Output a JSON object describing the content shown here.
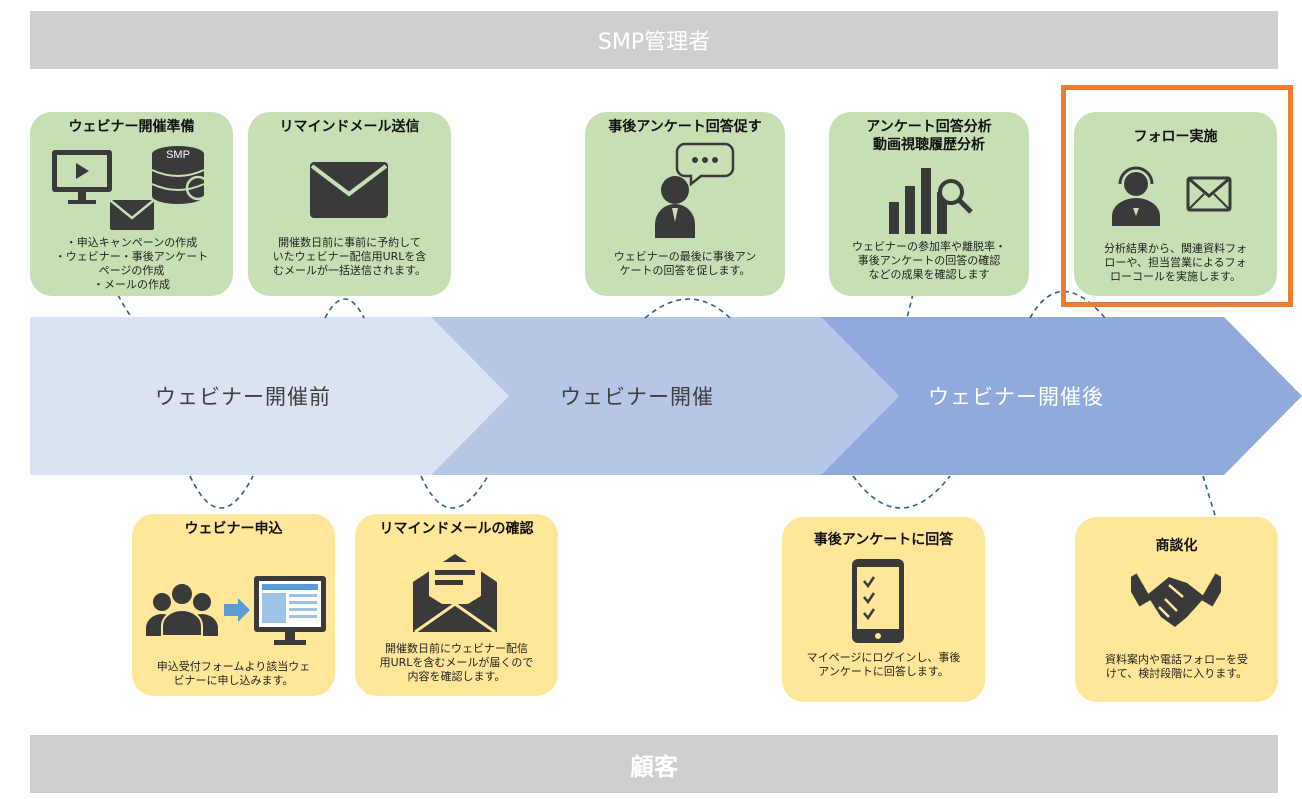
{
  "header": {
    "admin_label": "SMP管理者",
    "customer_label": "顧客"
  },
  "phases": [
    {
      "label": "ウェビナー開催前",
      "color": "#dae3f3"
    },
    {
      "label": "ウェビナー開催",
      "color": "#b4c7e7"
    },
    {
      "label": "ウェビナー開催後",
      "color": "#8faadc"
    }
  ],
  "admin_steps": [
    {
      "title": "ウェビナー開催準備",
      "desc": "・申込キャンペーンの作成\n・ウェビナー・事後アンケート\nページの作成\n・メールの作成",
      "icon": "monitor-db-mail-icon",
      "icon_badge": "SMP"
    },
    {
      "title": "リマインドメール送信",
      "desc": "開催数日前に事前に予約して\nいたウェビナー配信用URLを含\nむメールが一括送信されます。",
      "icon": "envelope-icon"
    },
    {
      "title": "事後アンケート回答促す",
      "desc": "ウェビナーの最後に事後アン\nケートの回答を促します。",
      "icon": "speaker-person-icon"
    },
    {
      "title": "アンケート回答分析\n動画視聴履歴分析",
      "desc": "ウェビナーの参加率や離脱率・\n事後アンケートの回答の確認\nなどの成果を確認します",
      "icon": "bar-chart-magnifier-icon"
    },
    {
      "title": "フォロー実施",
      "desc": "分析結果から、関連資料フォ\nローや、担当営業によるフォ\nローコールを実施します。",
      "icon": "operator-mail-icon"
    }
  ],
  "customer_steps": [
    {
      "title": "ウェビナー申込",
      "desc": "申込受付フォームより該当ウェ\nビナーに申し込みます。",
      "icon": "users-arrow-monitor-icon"
    },
    {
      "title": "リマインドメールの確認",
      "desc": "開催数日前にウェビナー配信\n用URLを含むメールが届くので\n内容を確認します。",
      "icon": "open-envelope-icon"
    },
    {
      "title": "事後アンケートに回答",
      "desc": "マイページにログインし、事後\nアンケートに回答します。",
      "icon": "phone-checklist-icon"
    },
    {
      "title": "商談化",
      "desc": "資料案内や電話フォローを受\nけて、検討段階に入ります。",
      "icon": "handshake-icon"
    }
  ],
  "colors": {
    "admin_card": "#c6e0b4",
    "customer_card": "#ffe699",
    "highlight": "#ed7d31",
    "band": "#d0cfcf",
    "icon": "#3a3a3a"
  }
}
